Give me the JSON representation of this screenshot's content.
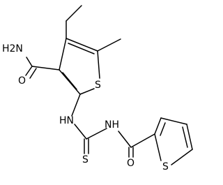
{
  "molecule": {
    "atoms": {
      "amide_nh2": "H2N",
      "amide_o": "O",
      "ring_s": "S",
      "thiourea_nh_left": "HN",
      "thiourea_nh_right": "NH",
      "thiocarbonyl_s": "S",
      "carbonyl_o": "O",
      "thiophene_s": "S"
    }
  }
}
